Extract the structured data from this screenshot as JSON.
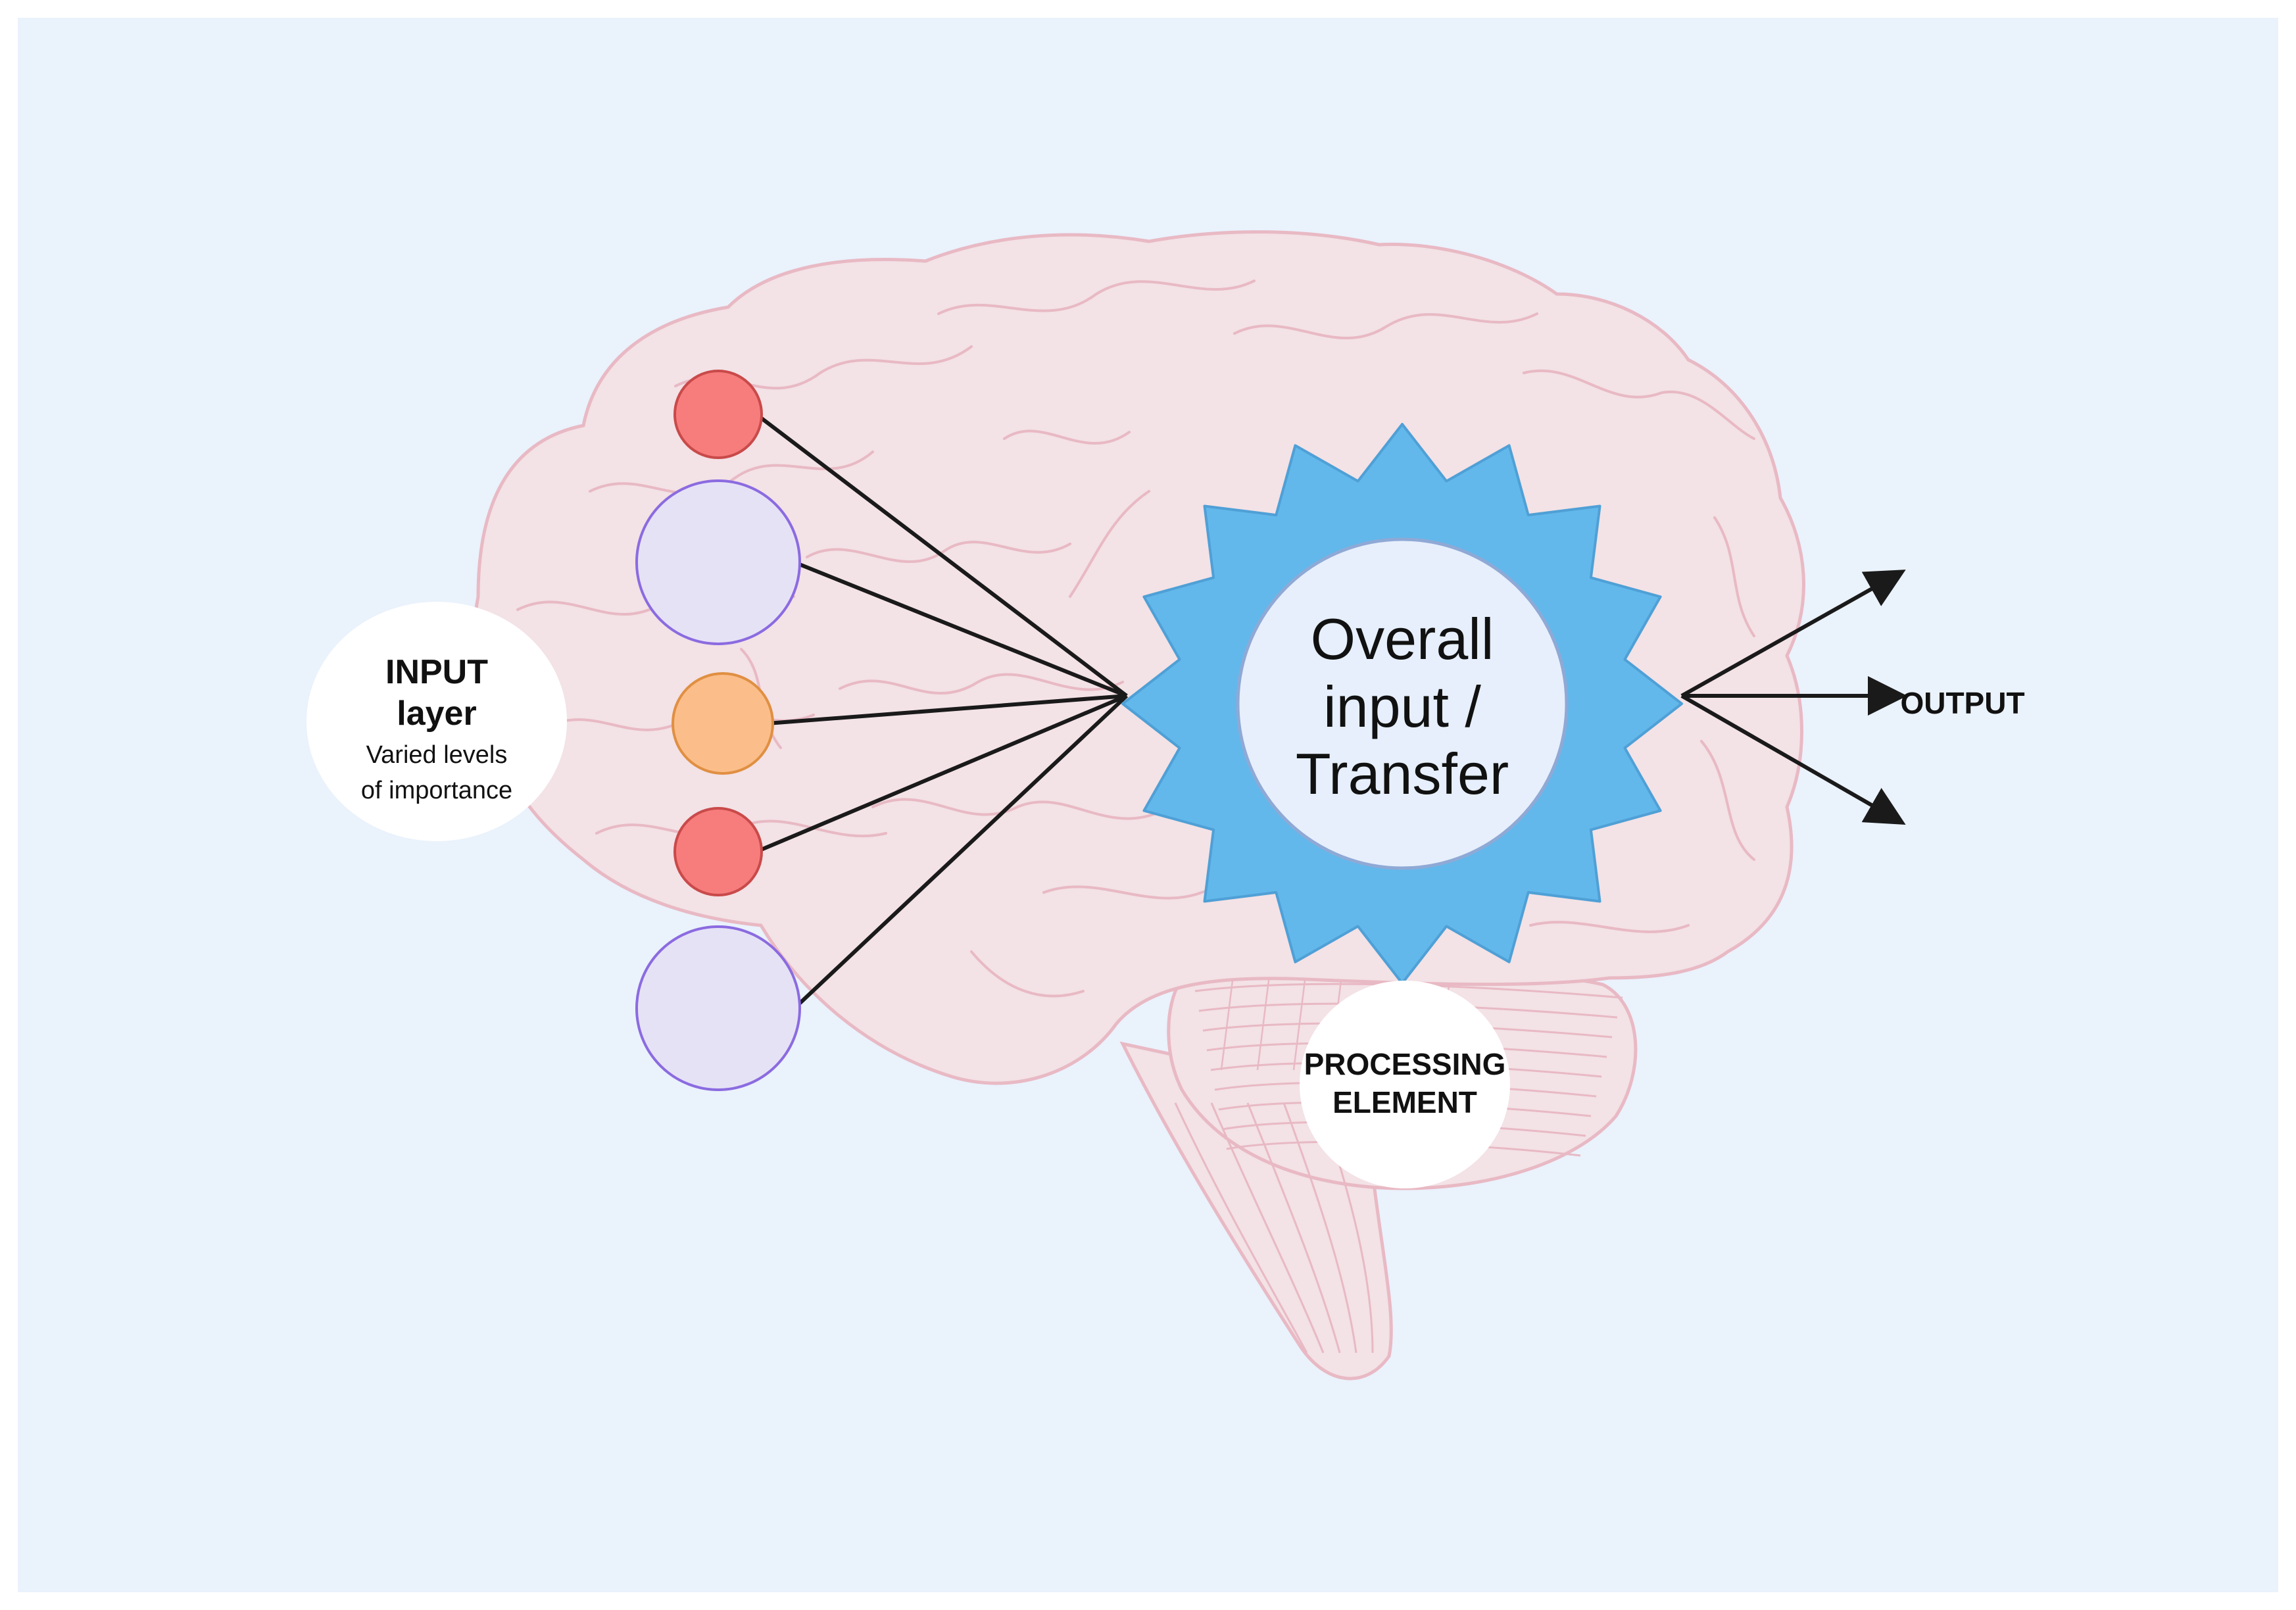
{
  "colors": {
    "background": "#eaf2fc",
    "brain_fill": "#f3e2e6",
    "brain_stroke": "#e8b9c4",
    "gear_fill": "#62b8eb",
    "gear_center": "#e6effb",
    "node_red": "#f77c7c",
    "node_red_stroke": "#c94a4a",
    "node_orange": "#fbbe8a",
    "node_orange_stroke": "#e08f42",
    "node_lavender": "#e5e2f6",
    "node_lavender_stroke": "#8b6be0",
    "line": "#1a1a1a"
  },
  "input_label": {
    "title_line1": "INPUT",
    "title_line2": "layer",
    "subtitle_line1": "Varied levels",
    "subtitle_line2": "of importance"
  },
  "gear_label": {
    "line1": "Overall",
    "line2": "input /",
    "line3": "Transfer"
  },
  "processing_label": {
    "line1": "PROCESSING",
    "line2": "ELEMENT"
  },
  "output_label": "OUTPUT",
  "input_nodes": [
    {
      "name": "input-node-red-1",
      "kind": "red"
    },
    {
      "name": "input-node-lavender-1",
      "kind": "lavender"
    },
    {
      "name": "input-node-orange",
      "kind": "orange"
    },
    {
      "name": "input-node-red-2",
      "kind": "red"
    },
    {
      "name": "input-node-lavender-2",
      "kind": "lavender"
    }
  ],
  "output_arrows": [
    "up",
    "straight",
    "down"
  ]
}
